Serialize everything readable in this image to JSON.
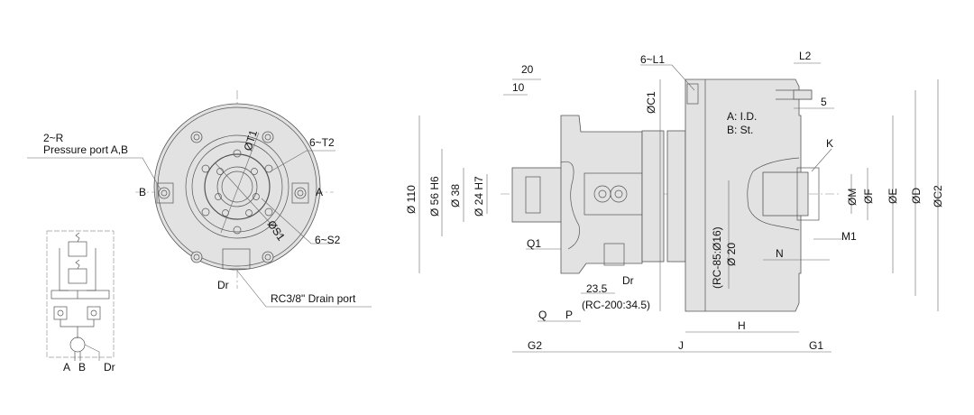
{
  "front_view": {
    "pressure_port_count": "2~R",
    "pressure_port_label": "Pressure port A,B",
    "port_b": "B",
    "port_a": "A",
    "t1": "ØT1",
    "t2": "6~T2",
    "s1": "ØS1",
    "s2": "6~S2",
    "drain": "Dr",
    "drain_port": "RC3/8\" Drain port"
  },
  "schematic": {
    "a": "A",
    "b": "B",
    "dr": "Dr"
  },
  "side_view": {
    "dim_20": "20",
    "dim_10": "10",
    "d110": "Ø 110",
    "d56": "Ø 56  H6",
    "d38": "Ø 38",
    "d24": "Ø 24 H7",
    "q1": "Q1",
    "q": "Q",
    "p": "P",
    "dim_23_5": "23.5",
    "rc200": "(RC-200:34.5)",
    "dr": "Dr",
    "c1": "ØC1",
    "l1": "6~L1",
    "note_a": "A: I.D.",
    "note_b": "B: St.",
    "l2": "L2",
    "dim_5": "5",
    "k": "K",
    "m": "ØM",
    "f": "ØF",
    "e": "ØE",
    "d": "ØD",
    "c2": "ØC2",
    "m1": "M1",
    "n": "N",
    "rc85": "(RC-85:Ø16)",
    "d20": "Ø 20",
    "h": "H",
    "g2": "G2",
    "j": "J",
    "g1": "G1"
  }
}
